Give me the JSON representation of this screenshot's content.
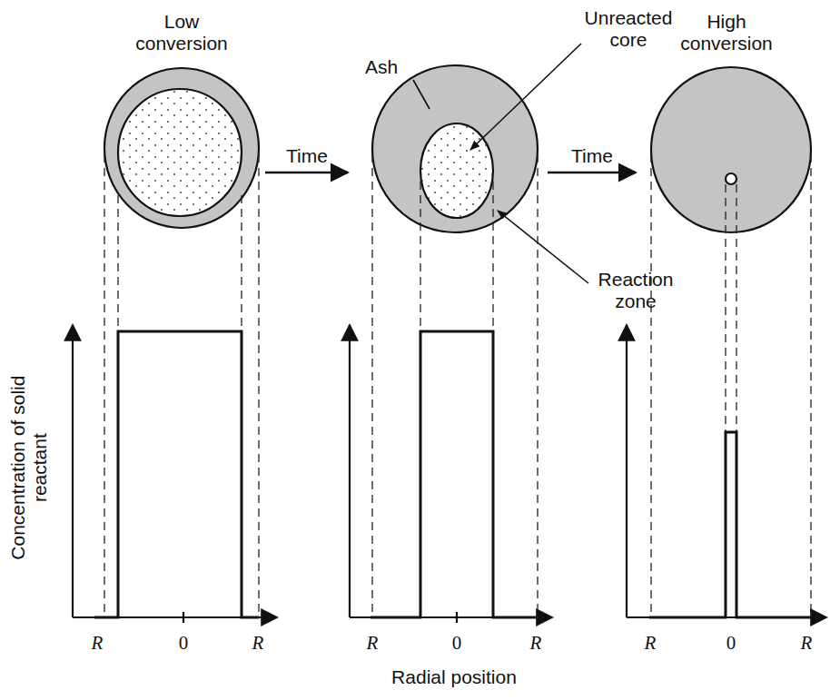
{
  "diagram": {
    "labels": [
      "Low conversion",
      "Time",
      "Ash",
      "Unreacted core",
      "Time",
      "High conversion",
      "Reaction zone",
      "Concentration of solid reactant",
      "R",
      "0",
      "R",
      "R",
      "0",
      "R",
      "R",
      "0",
      "R",
      "Radial position"
    ]
  }
}
